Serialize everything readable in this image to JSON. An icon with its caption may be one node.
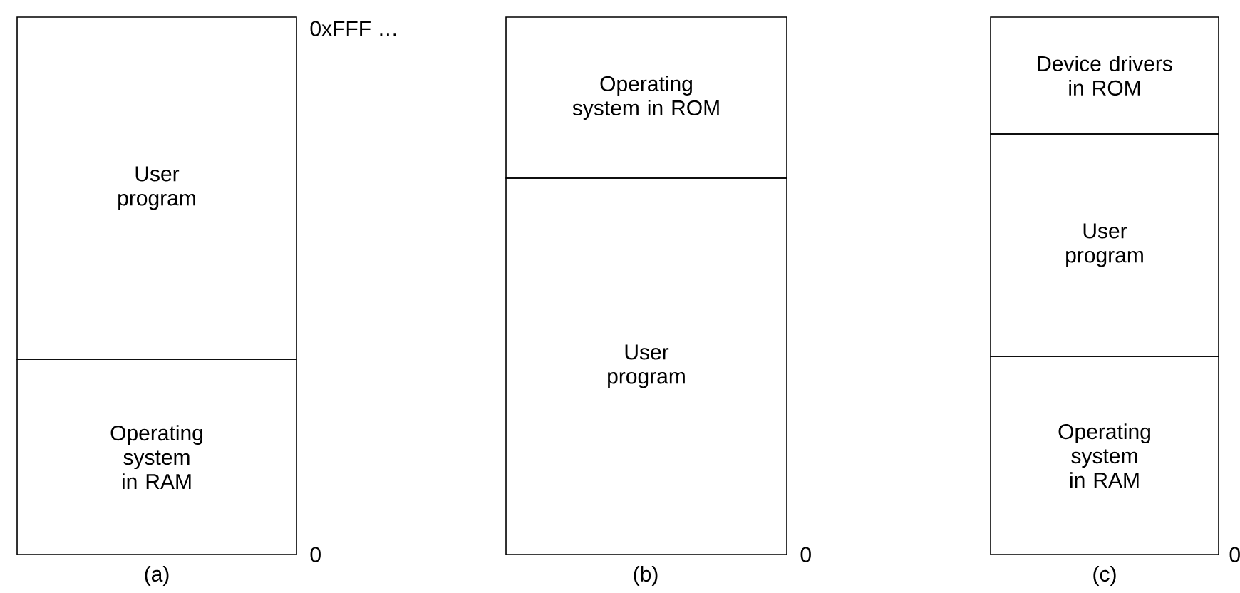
{
  "diagram": {
    "nodes": [
      {
        "text": [
          "User program"
        ]
      },
      {
        "text": [
          "Operating system in RAM"
        ]
      },
      {
        "text": [
          "Operating system in ROM"
        ]
      },
      {
        "text": [
          "User program"
        ]
      },
      {
        "text": [
          "Device drivers in ROM"
        ]
      },
      {
        "text": [
          "User program"
        ]
      },
      {
        "text": [
          "Operating system in RAM"
        ]
      }
    ],
    "labels": [
      "0xFFF …",
      "0",
      "0",
      "0",
      "(a)",
      "(b)",
      "(c)"
    ]
  }
}
